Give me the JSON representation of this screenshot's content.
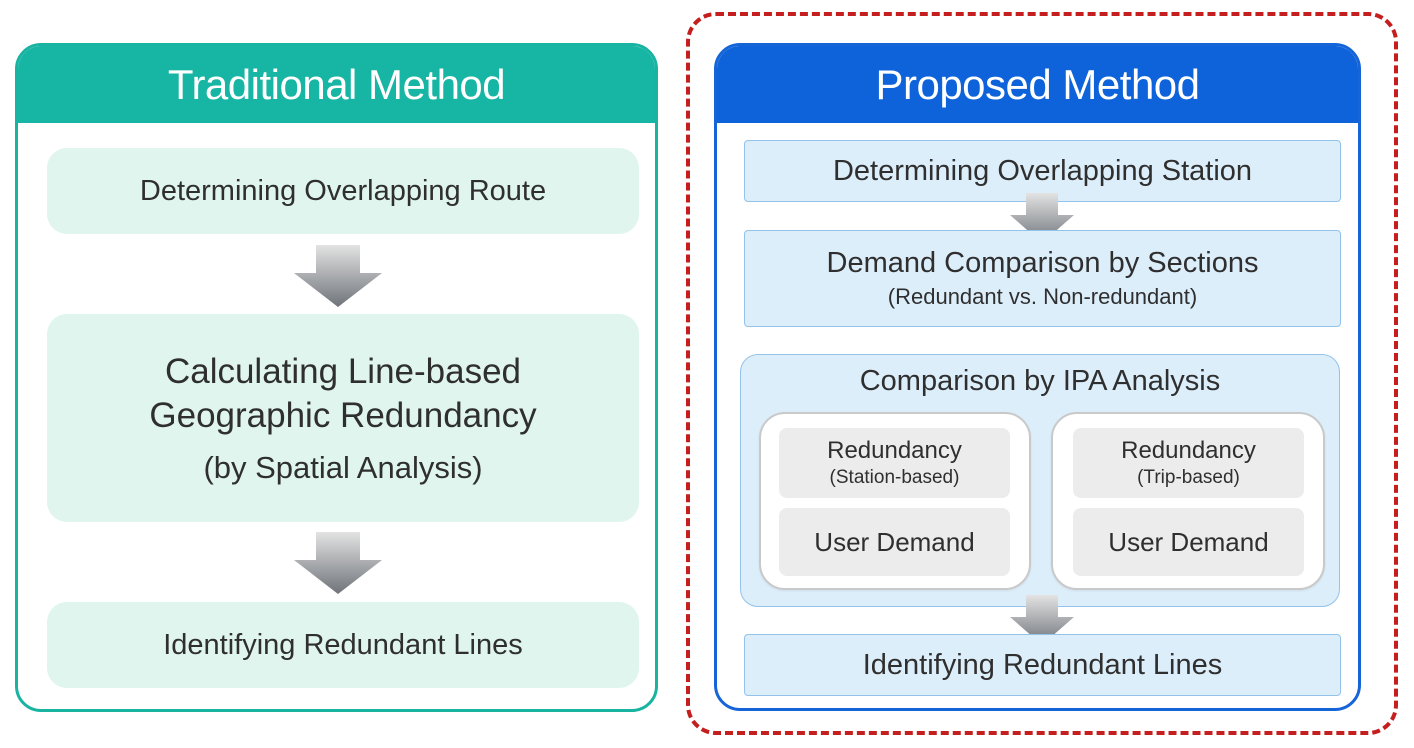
{
  "traditional": {
    "title": "Traditional Method",
    "step1": "Determining Overlapping Route",
    "step2_line1": "Calculating Line-based",
    "step2_line2": "Geographic Redundancy",
    "step2_sub": "(by Spatial Analysis)",
    "step3": "Identifying Redundant Lines",
    "color": "#17b5a3"
  },
  "proposed": {
    "title": "Proposed Method",
    "step1": "Determining Overlapping Station",
    "step2": "Demand Comparison by Sections",
    "step2_sub": "(Redundant vs. Non-redundant)",
    "ipa_title": "Comparison by IPA Analysis",
    "left": {
      "title": "Redundancy",
      "sub": "(Station-based)",
      "demand": "User Demand"
    },
    "right": {
      "title": "Redundancy",
      "sub": "(Trip-based)",
      "demand": "User Demand"
    },
    "step4": "Identifying Redundant Lines",
    "color": "#0e63db"
  },
  "highlight_color": "#c41e1e",
  "icons": [
    "down-arrow-icon"
  ]
}
